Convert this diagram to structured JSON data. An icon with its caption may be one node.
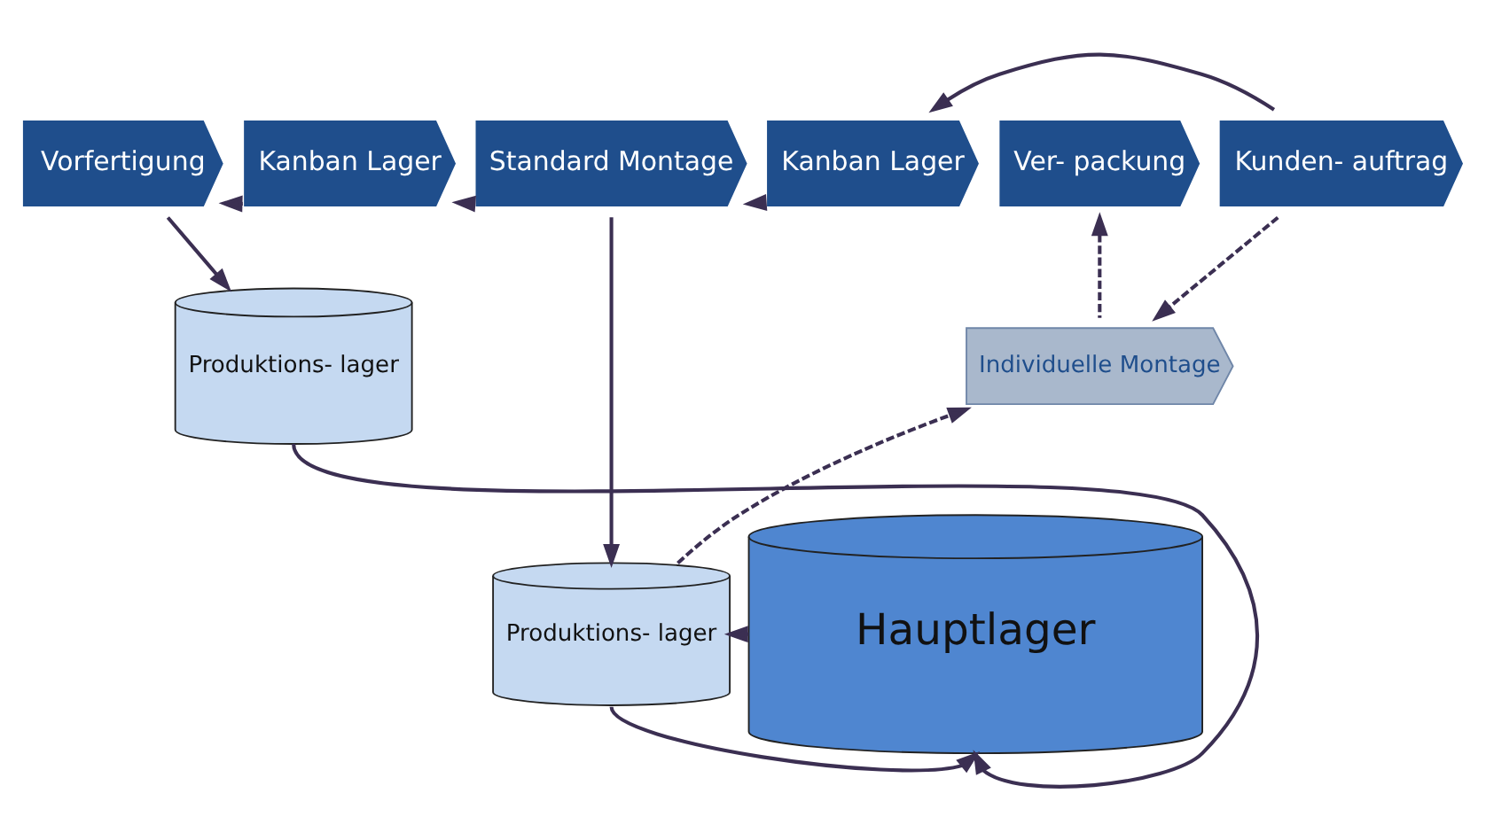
{
  "diagram": {
    "nodes": [
      {
        "text": [
          "Vorfertigung"
        ]
      },
      {
        "text": [
          "Kanban Lager"
        ]
      },
      {
        "text": [
          "Standard Montage"
        ]
      },
      {
        "text": [
          "Kanban Lager"
        ]
      },
      {
        "text": [
          "Ver- packung"
        ]
      },
      {
        "text": [
          "Kunden- auftrag"
        ]
      },
      {
        "text": [
          "Produktions- lager"
        ]
      },
      {
        "text": [
          "Individuelle Montage"
        ]
      },
      {
        "text": [
          "Produktions- lager"
        ]
      },
      {
        "text": [
          "Hauptlager"
        ]
      }
    ],
    "edges": [
      {
        "from": 1,
        "to": 0,
        "arrow": "to"
      },
      {
        "from": 2,
        "to": 1,
        "arrow": "to"
      },
      {
        "from": 3,
        "to": 2,
        "arrow": "to"
      },
      {
        "from": 5,
        "to": 3,
        "arrow": "to"
      },
      {
        "from": 0,
        "to": 6,
        "arrow": "to"
      },
      {
        "from": 2,
        "to": 8,
        "arrow": "to"
      },
      {
        "from": 8,
        "to": 7,
        "arrow": "to",
        "style": "dashed"
      },
      {
        "from": 7,
        "to": 4,
        "arrow": "to",
        "style": "dashed"
      },
      {
        "from": 5,
        "to": 7,
        "arrow": "to",
        "style": "dashed"
      },
      {
        "from": 9,
        "to": 8,
        "arrow": "to",
        "style": "dashed"
      },
      {
        "from": 6,
        "to": 9,
        "arrow": "to"
      },
      {
        "from": 8,
        "to": 9,
        "arrow": "to"
      }
    ]
  }
}
